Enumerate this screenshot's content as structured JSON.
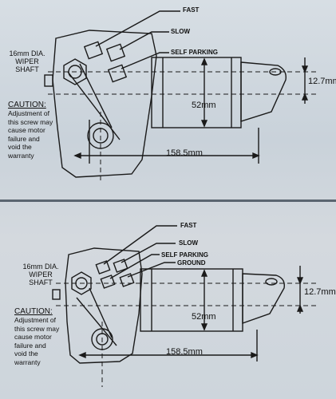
{
  "top": {
    "wire_fast": "FAST",
    "wire_slow": "SLOW",
    "wire_self_parking": "SELF PARKING",
    "shaft_line1": "16mm DIA.",
    "shaft_line2": "WIPER",
    "shaft_line3": "SHAFT",
    "caution_title": "CAUTION:",
    "caution_line1": "Adjustment of",
    "caution_line2": "this screw may",
    "caution_line3": "cause motor",
    "caution_line4": "failure and",
    "caution_line5": "void the",
    "caution_line6": "warranty",
    "dim_height": "52mm",
    "dim_length": "158.5mm",
    "dim_offset": "12.7mm"
  },
  "bottom": {
    "wire_fast": "FAST",
    "wire_slow": "SLOW",
    "wire_self_parking": "SELF PARKING",
    "wire_ground": "GROUND",
    "shaft_line1": "16mm DIA.",
    "shaft_line2": "WIPER",
    "shaft_line3": "SHAFT",
    "caution_title": "CAUTION:",
    "caution_line1": "Adjustment of",
    "caution_line2": "this screw may",
    "caution_line3": "cause motor",
    "caution_line4": "failure and",
    "caution_line5": "void the",
    "caution_line6": "warranty",
    "dim_height": "52mm",
    "dim_length": "158.5mm",
    "dim_offset": "12.7mm"
  },
  "colors": {
    "line": "#1a1a1a",
    "background": "#d3dae0",
    "divider": "#5a6570"
  }
}
